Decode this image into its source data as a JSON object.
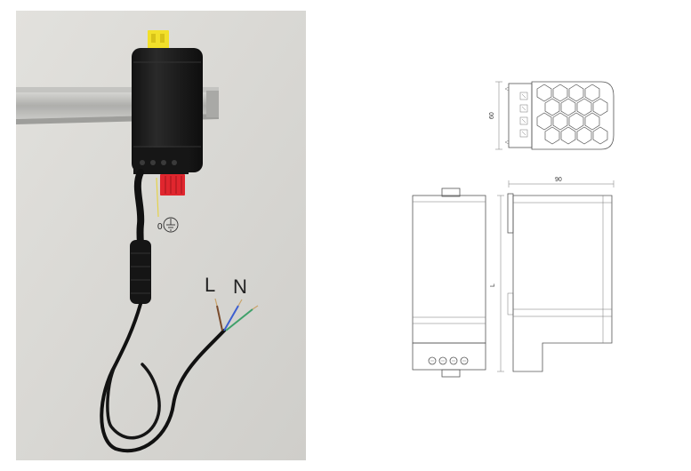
{
  "photo": {
    "wire_label_left": "L",
    "wire_label_right": "N",
    "earth_label": "0",
    "colors": {
      "background": "#d9d8d4",
      "housing": "#1c1c1c",
      "connector_yellow": "#f2e02a",
      "connector_red": "#e0262e",
      "rail": "#b9b9b6",
      "wire_blue": "#3d5fd0",
      "wire_brown": "#7a4b2c",
      "wire_green": "#3fa06a"
    }
  },
  "drawing": {
    "dim_height": "60",
    "dim_width": "90",
    "dim_length": "L"
  }
}
